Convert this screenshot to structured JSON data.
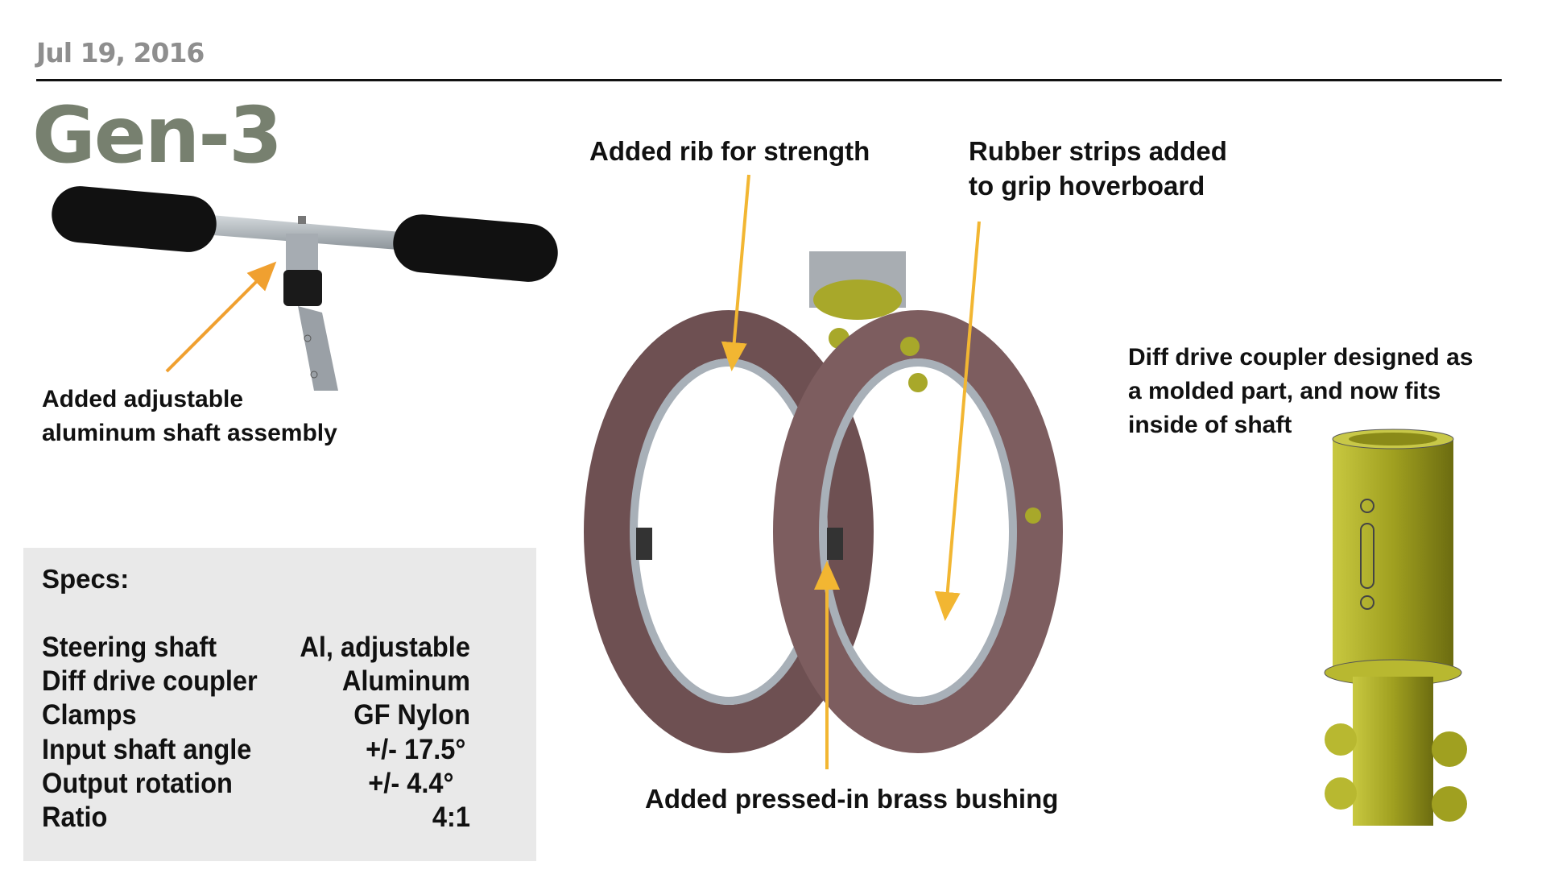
{
  "header": {
    "date": "Jul 19, 2016",
    "title": "Gen-3"
  },
  "callouts": {
    "shaft": [
      "Added adjustable",
      "aluminum shaft assembly"
    ],
    "rib": "Added rib for strength",
    "rubber": [
      "Rubber strips added",
      "to grip hoverboard"
    ],
    "coupler": [
      "Diff drive coupler designed as",
      "a molded part, and now fits",
      "inside of shaft"
    ],
    "bushing": "Added pressed-in brass bushing"
  },
  "specs": {
    "title": "Specs:",
    "rows": [
      {
        "label": "Steering shaft",
        "value": "Al, adjustable"
      },
      {
        "label": "Diff drive coupler",
        "value": "Aluminum"
      },
      {
        "label": "Clamps",
        "value": "GF Nylon"
      },
      {
        "label": "Input shaft angle",
        "value": "+/- 17.5°"
      },
      {
        "label": "Output rotation",
        "value": "+/- 4.4°"
      },
      {
        "label": "Ratio",
        "value": "4:1"
      }
    ]
  },
  "colors": {
    "title": "#77806f",
    "orange_arrow": "#f0a030",
    "yellow_arrow": "#f2b632",
    "clamp": "#7a5a5c",
    "coupler": "#a8a82a"
  }
}
